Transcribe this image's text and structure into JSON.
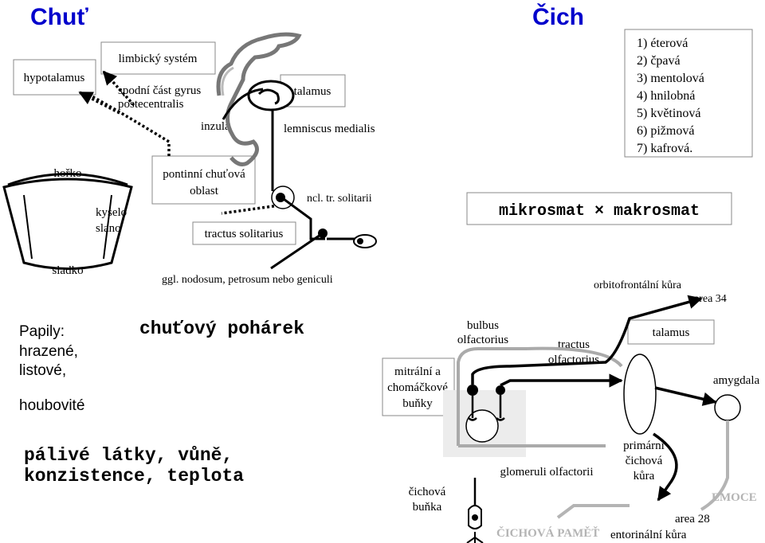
{
  "taste": {
    "title": "Chuť",
    "hypothalamus": "hypotalamus",
    "limbic": "limbický systém",
    "postcentral": [
      "spodní část gyrus",
      "postecentralis"
    ],
    "insula": "inzula",
    "thalamus": "talamus",
    "lemniscus": "lemniscus medialis",
    "pontine": [
      "pontinní chuťová",
      "oblast"
    ],
    "ncl": "ncl. tr. solitarii",
    "tractus": "tractus solitarius",
    "ggl": "ggl. nodosum, petrosum nebo geniculi",
    "tongue": {
      "bitter": "hořko",
      "sour_salty": [
        "kyselo",
        "slano"
      ],
      "sweet": "sladko"
    },
    "papillae": {
      "title": "Papily:",
      "types": [
        "hrazené,",
        "listové,",
        "houbovité"
      ]
    },
    "taste_bud": "chuťový pohárek",
    "other": [
      "pálivé látky, vůně,",
      "konzistence, teplota"
    ]
  },
  "smell": {
    "title": "Čich",
    "odors": [
      "1) éterová",
      "2) čpavá",
      "3) mentolová",
      "4) hnilobná",
      "5) květinová",
      "6) pižmová",
      "7) kafrová."
    ],
    "micro_macro": "mikrosmat × makrosmat",
    "orbitofrontal": "orbitofrontální kůra",
    "area34": "area 34",
    "bulbus": [
      "bulbus",
      "olfactorius"
    ],
    "tractus": [
      "tractus",
      "olfactorius"
    ],
    "thalamus": "talamus",
    "amygdala": "amygdala",
    "mitral": [
      "mitrální a",
      "chomáčkové",
      "buňky"
    ],
    "olfactory_cell": [
      "čichová",
      "buňka"
    ],
    "glomeruli": "glomeruli olfactorii",
    "primary_cortex": [
      "primární",
      "čichová",
      "kůra"
    ],
    "emotion": "EMOCE",
    "area28": "area 28",
    "memory": "ČICHOVÁ PAMĚŤ",
    "entorhinal": "entorinální kůra"
  }
}
